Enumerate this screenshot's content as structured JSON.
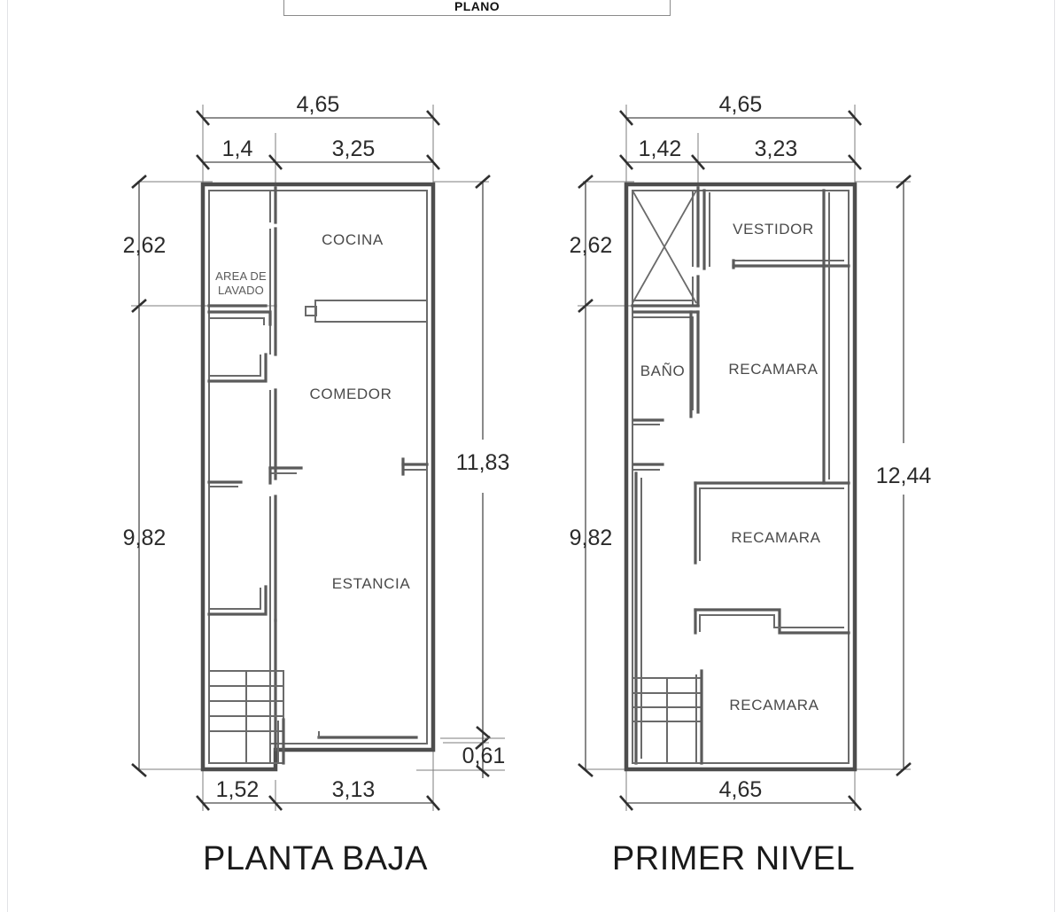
{
  "document": {
    "header_label": "PLANO",
    "type": "architectural-floor-plan",
    "units": "meters",
    "decimal_separator": ","
  },
  "plans": [
    {
      "id": "planta-baja",
      "title": "PLANTA BAJA",
      "rooms": [
        {
          "name": "COCINA",
          "label": "COCINA"
        },
        {
          "name": "area-de-lavado",
          "label_line1": "AREA DE",
          "label_line2": "LAVADO"
        },
        {
          "name": "COMEDOR",
          "label": "COMEDOR"
        },
        {
          "name": "ESTANCIA",
          "label": "ESTANCIA"
        }
      ],
      "dimensions": {
        "top_overall": "4,65",
        "top_left_segment": "1,4",
        "top_right_segment": "3,25",
        "left_upper": "2,62",
        "left_lower": "9,82",
        "right_overall": "11,83",
        "bottom_left_segment": "1,52",
        "bottom_right_segment": "3,13",
        "bottom_offset": "0,61"
      }
    },
    {
      "id": "primer-nivel",
      "title": "PRIMER NIVEL",
      "rooms": [
        {
          "name": "VESTIDOR",
          "label": "VESTIDOR"
        },
        {
          "name": "BANO",
          "label": "BAÑO"
        },
        {
          "name": "RECAMARA-1",
          "label": "RECAMARA"
        },
        {
          "name": "RECAMARA-2",
          "label": "RECAMARA"
        },
        {
          "name": "RECAMARA-3",
          "label": "RECAMARA"
        }
      ],
      "dimensions": {
        "top_overall": "4,65",
        "top_left_segment": "1,42",
        "top_right_segment": "3,23",
        "left_upper": "2,62",
        "left_lower": "9,82",
        "right_overall": "12,44",
        "bottom_overall": "4,65"
      }
    }
  ],
  "colors": {
    "background": "#ffffff",
    "wall": "#4d4d4d",
    "dimension_line": "#4a4a4a",
    "text": "#3a3a3a",
    "title_text": "#1a1a1a",
    "border_rule": "#e2e3e6"
  }
}
